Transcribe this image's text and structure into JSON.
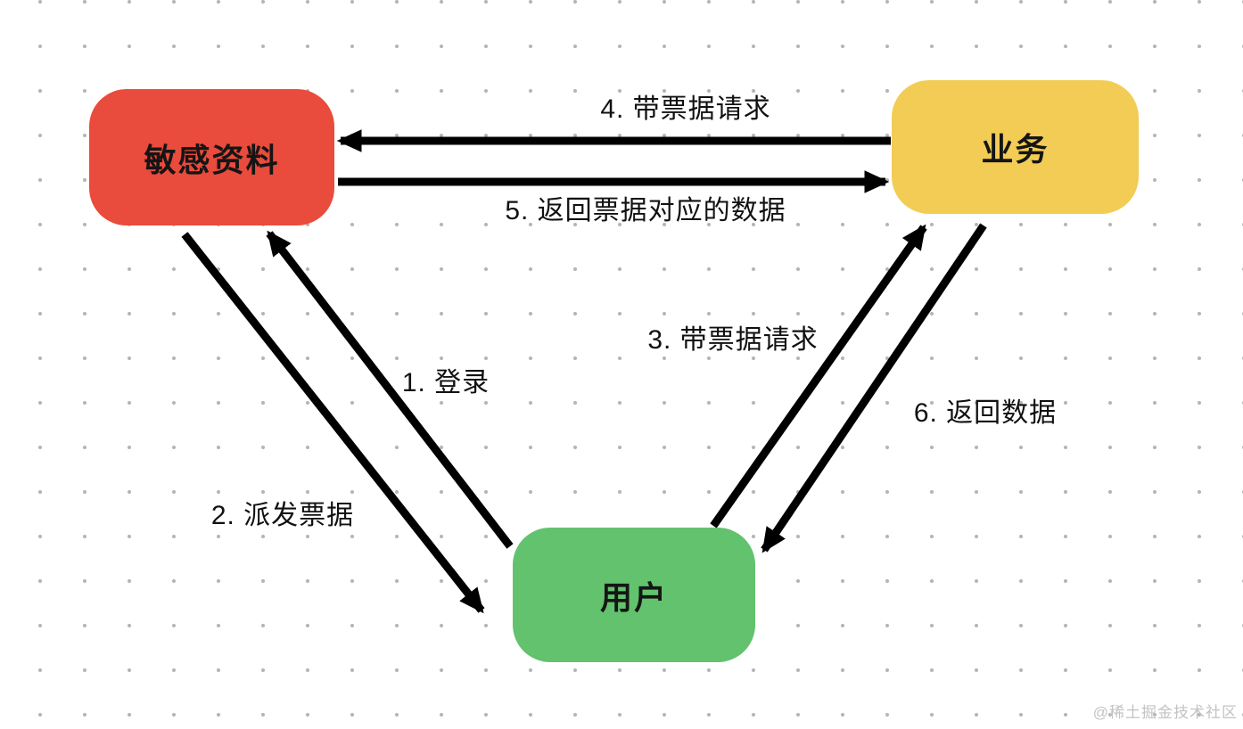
{
  "diagram": {
    "title": "ticket-auth-flow",
    "nodes": [
      {
        "id": "sensitive-data",
        "label": "敏感资料",
        "color": "#E94B3C"
      },
      {
        "id": "business",
        "label": "业务",
        "color": "#F2CC55"
      },
      {
        "id": "user",
        "label": "用户",
        "color": "#62C26D"
      }
    ],
    "edges": [
      {
        "id": "1",
        "label": "1. 登录",
        "from": "user",
        "to": "sensitive-data"
      },
      {
        "id": "2",
        "label": "2. 派发票据",
        "from": "sensitive-data",
        "to": "user"
      },
      {
        "id": "3",
        "label": "3. 带票据请求",
        "from": "user",
        "to": "business"
      },
      {
        "id": "4",
        "label": "4. 带票据请求",
        "from": "business",
        "to": "sensitive-data"
      },
      {
        "id": "5",
        "label": "5. 返回票据对应的数据",
        "from": "sensitive-data",
        "to": "business"
      },
      {
        "id": "6",
        "label": "6. 返回数据",
        "from": "business",
        "to": "user"
      }
    ],
    "colors": {
      "arrow": "#000000",
      "background": "#ffffff",
      "dot_grid": "#b5b5b5",
      "node_text": "#151515"
    },
    "watermark": "@稀土掘金技术社区"
  }
}
